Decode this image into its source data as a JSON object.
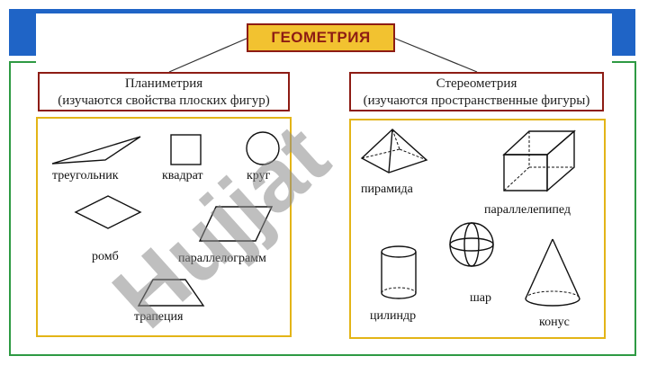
{
  "title": "ГЕОМЕТРИЯ",
  "planimetry": {
    "heading": "Планиметрия",
    "subheading": "(изучаются свойства плоских фигур)",
    "figures": {
      "triangle": "треугольник",
      "square": "квадрат",
      "circle": "круг",
      "rhombus": "ромб",
      "parallelogram": "параллелограмм",
      "trapezoid": "трапеция"
    }
  },
  "stereometry": {
    "heading": "Стереометрия",
    "subheading": "(изучаются пространственные фигуры)",
    "figures": {
      "pyramid": "пирамида",
      "parallelepiped": "параллелепипед",
      "cylinder": "цилиндр",
      "sphere": "шар",
      "cone": "конус"
    }
  },
  "watermark": "Hujjat",
  "colors": {
    "header_band": "#1f64c6",
    "frame": "#2e9a43",
    "title_fill": "#f2c230",
    "box_border": "#8d1c14",
    "panel_border": "#e3b417",
    "watermark": "#8a8a8a"
  }
}
